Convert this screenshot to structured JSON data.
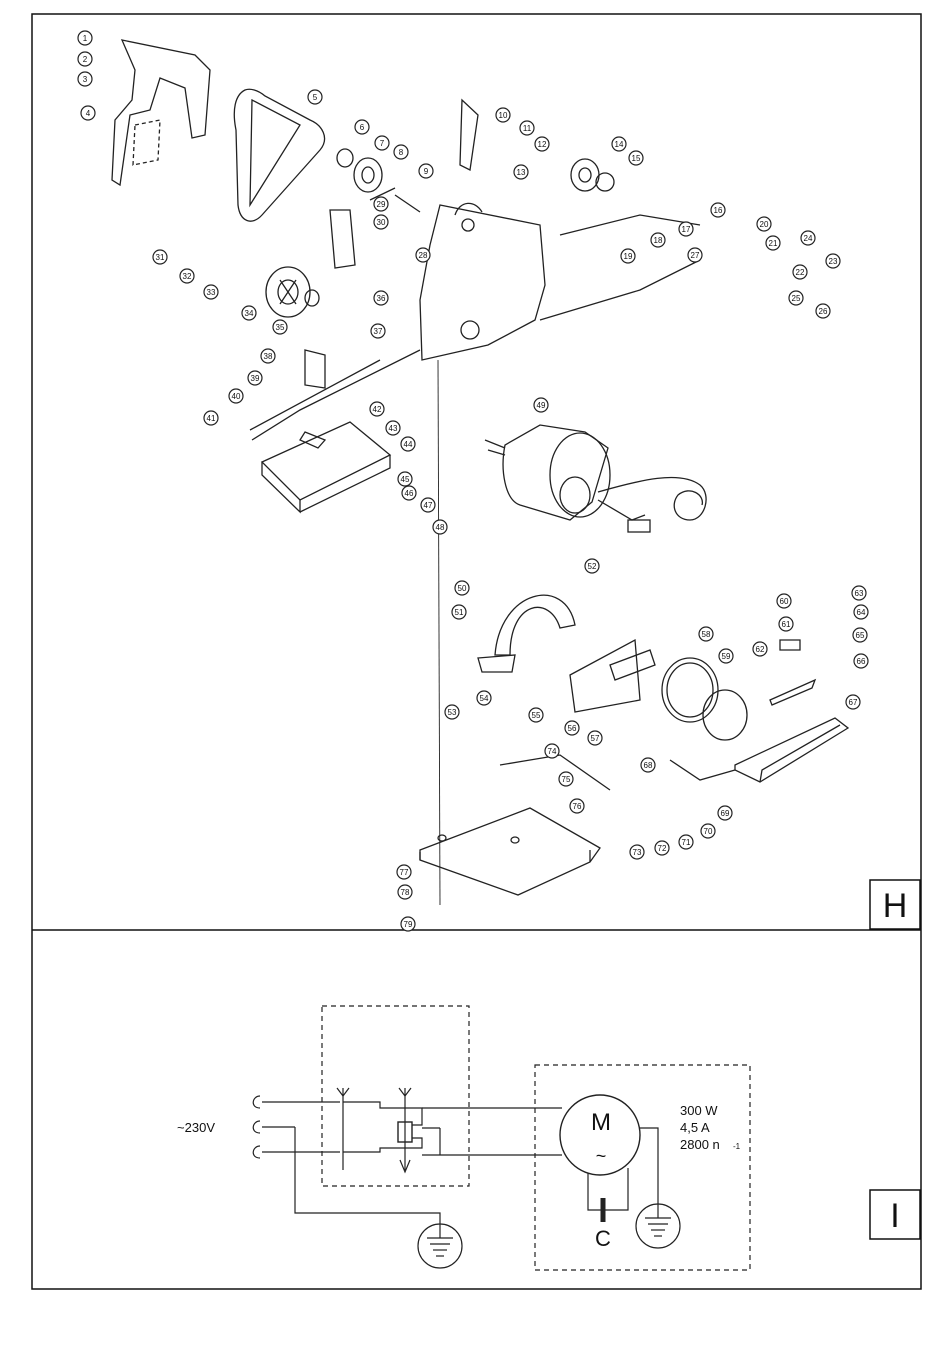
{
  "panel_h": {
    "letter": "H",
    "callouts": [
      "1",
      "2",
      "3",
      "4",
      "5",
      "6",
      "7",
      "8",
      "9",
      "10",
      "11",
      "12",
      "13",
      "14",
      "15",
      "16",
      "17",
      "18",
      "19",
      "20",
      "21",
      "22",
      "23",
      "24",
      "25",
      "26",
      "27",
      "28",
      "29",
      "30",
      "31",
      "32",
      "33",
      "34",
      "35",
      "36",
      "37",
      "38",
      "39",
      "40",
      "41",
      "42",
      "43",
      "44",
      "45",
      "46",
      "47",
      "48",
      "49",
      "50",
      "51",
      "52",
      "53",
      "54",
      "55",
      "56",
      "57",
      "58",
      "59",
      "60",
      "61",
      "62",
      "63",
      "64",
      "65",
      "66",
      "67",
      "68",
      "69",
      "70",
      "71",
      "72",
      "73",
      "74",
      "75",
      "76",
      "77",
      "78",
      "79"
    ]
  },
  "panel_i": {
    "letter": "I",
    "supply_label": "~230V",
    "motor_symbol": "M",
    "motor_ac_symbol": "~",
    "capacitor_label": "C",
    "specs": {
      "power": "300 W",
      "current": "4,5 A",
      "speed": "2800 n",
      "speed_exp": "-1"
    }
  }
}
